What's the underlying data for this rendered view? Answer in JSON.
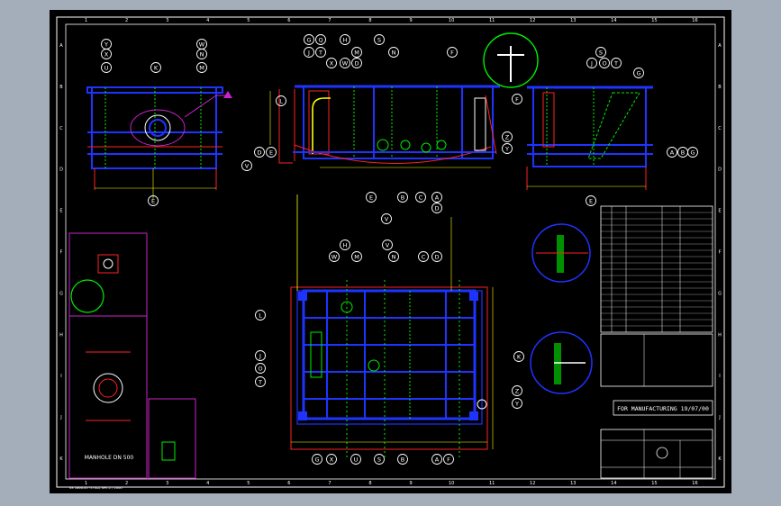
{
  "frame": {
    "columns": [
      "1",
      "2",
      "3",
      "4",
      "5",
      "6",
      "7",
      "8",
      "9",
      "10",
      "11",
      "12",
      "13",
      "14",
      "15",
      "16"
    ],
    "rows": [
      "A",
      "B",
      "C",
      "D",
      "E",
      "F",
      "G",
      "H",
      "I",
      "J",
      "K"
    ]
  },
  "stamp": "FOR MANUFACTURING 19/07/00",
  "manhole_title": "MANHOLE DN 500",
  "bottom_note": "SS 1666-00 TO ALL SHT-1 / 2000",
  "callouts_top_left": [
    "Y",
    "X",
    "U",
    "K",
    "W",
    "N",
    "M",
    "E"
  ],
  "callouts_top_mid": [
    "G",
    "Q",
    "H",
    "S",
    "J",
    "T",
    "X",
    "W",
    "D",
    "M",
    "N",
    "L",
    "V",
    "E",
    "B",
    "C",
    "A",
    "D",
    "F"
  ],
  "callouts_top_right": [
    "S",
    "J",
    "O",
    "T",
    "G",
    "E",
    "A",
    "B",
    "G"
  ],
  "callouts_bottom": [
    "H",
    "W",
    "M",
    "N",
    "V",
    "C",
    "D",
    "L",
    "J",
    "O",
    "T",
    "G",
    "X",
    "U",
    "S",
    "B",
    "A",
    "F",
    "K",
    "Z",
    "Y"
  ],
  "callouts_side": [
    "D",
    "E",
    "V",
    "Z",
    "Y",
    "F"
  ],
  "colors": {
    "sheet": "#000000",
    "surround": "#a4aeba",
    "structure": "#1f33ff",
    "outline": "#ff2222",
    "dim": "#ffff00",
    "green": "#00ee00",
    "magenta": "#cc22cc",
    "text": "#ffffff"
  }
}
